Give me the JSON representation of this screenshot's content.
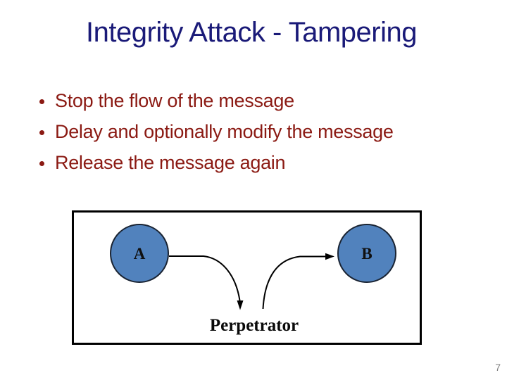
{
  "slide": {
    "title": "Integrity Attack - Tampering",
    "bullets": [
      "Stop the flow of the message",
      "Delay and optionally modify the message",
      "Release the message again"
    ],
    "diagram": {
      "node_a_label": "A",
      "node_b_label": "B",
      "caption": "Perpetrator"
    },
    "page_number": "7"
  },
  "colors": {
    "title-color": "#1A1A78",
    "bullet-color": "#8B1A13",
    "node-fill": "#5182BD",
    "node-border": "#1A2433",
    "box-border": "#000000",
    "arrow-color": "#000000",
    "page-number-color": "#7F7F7F"
  }
}
